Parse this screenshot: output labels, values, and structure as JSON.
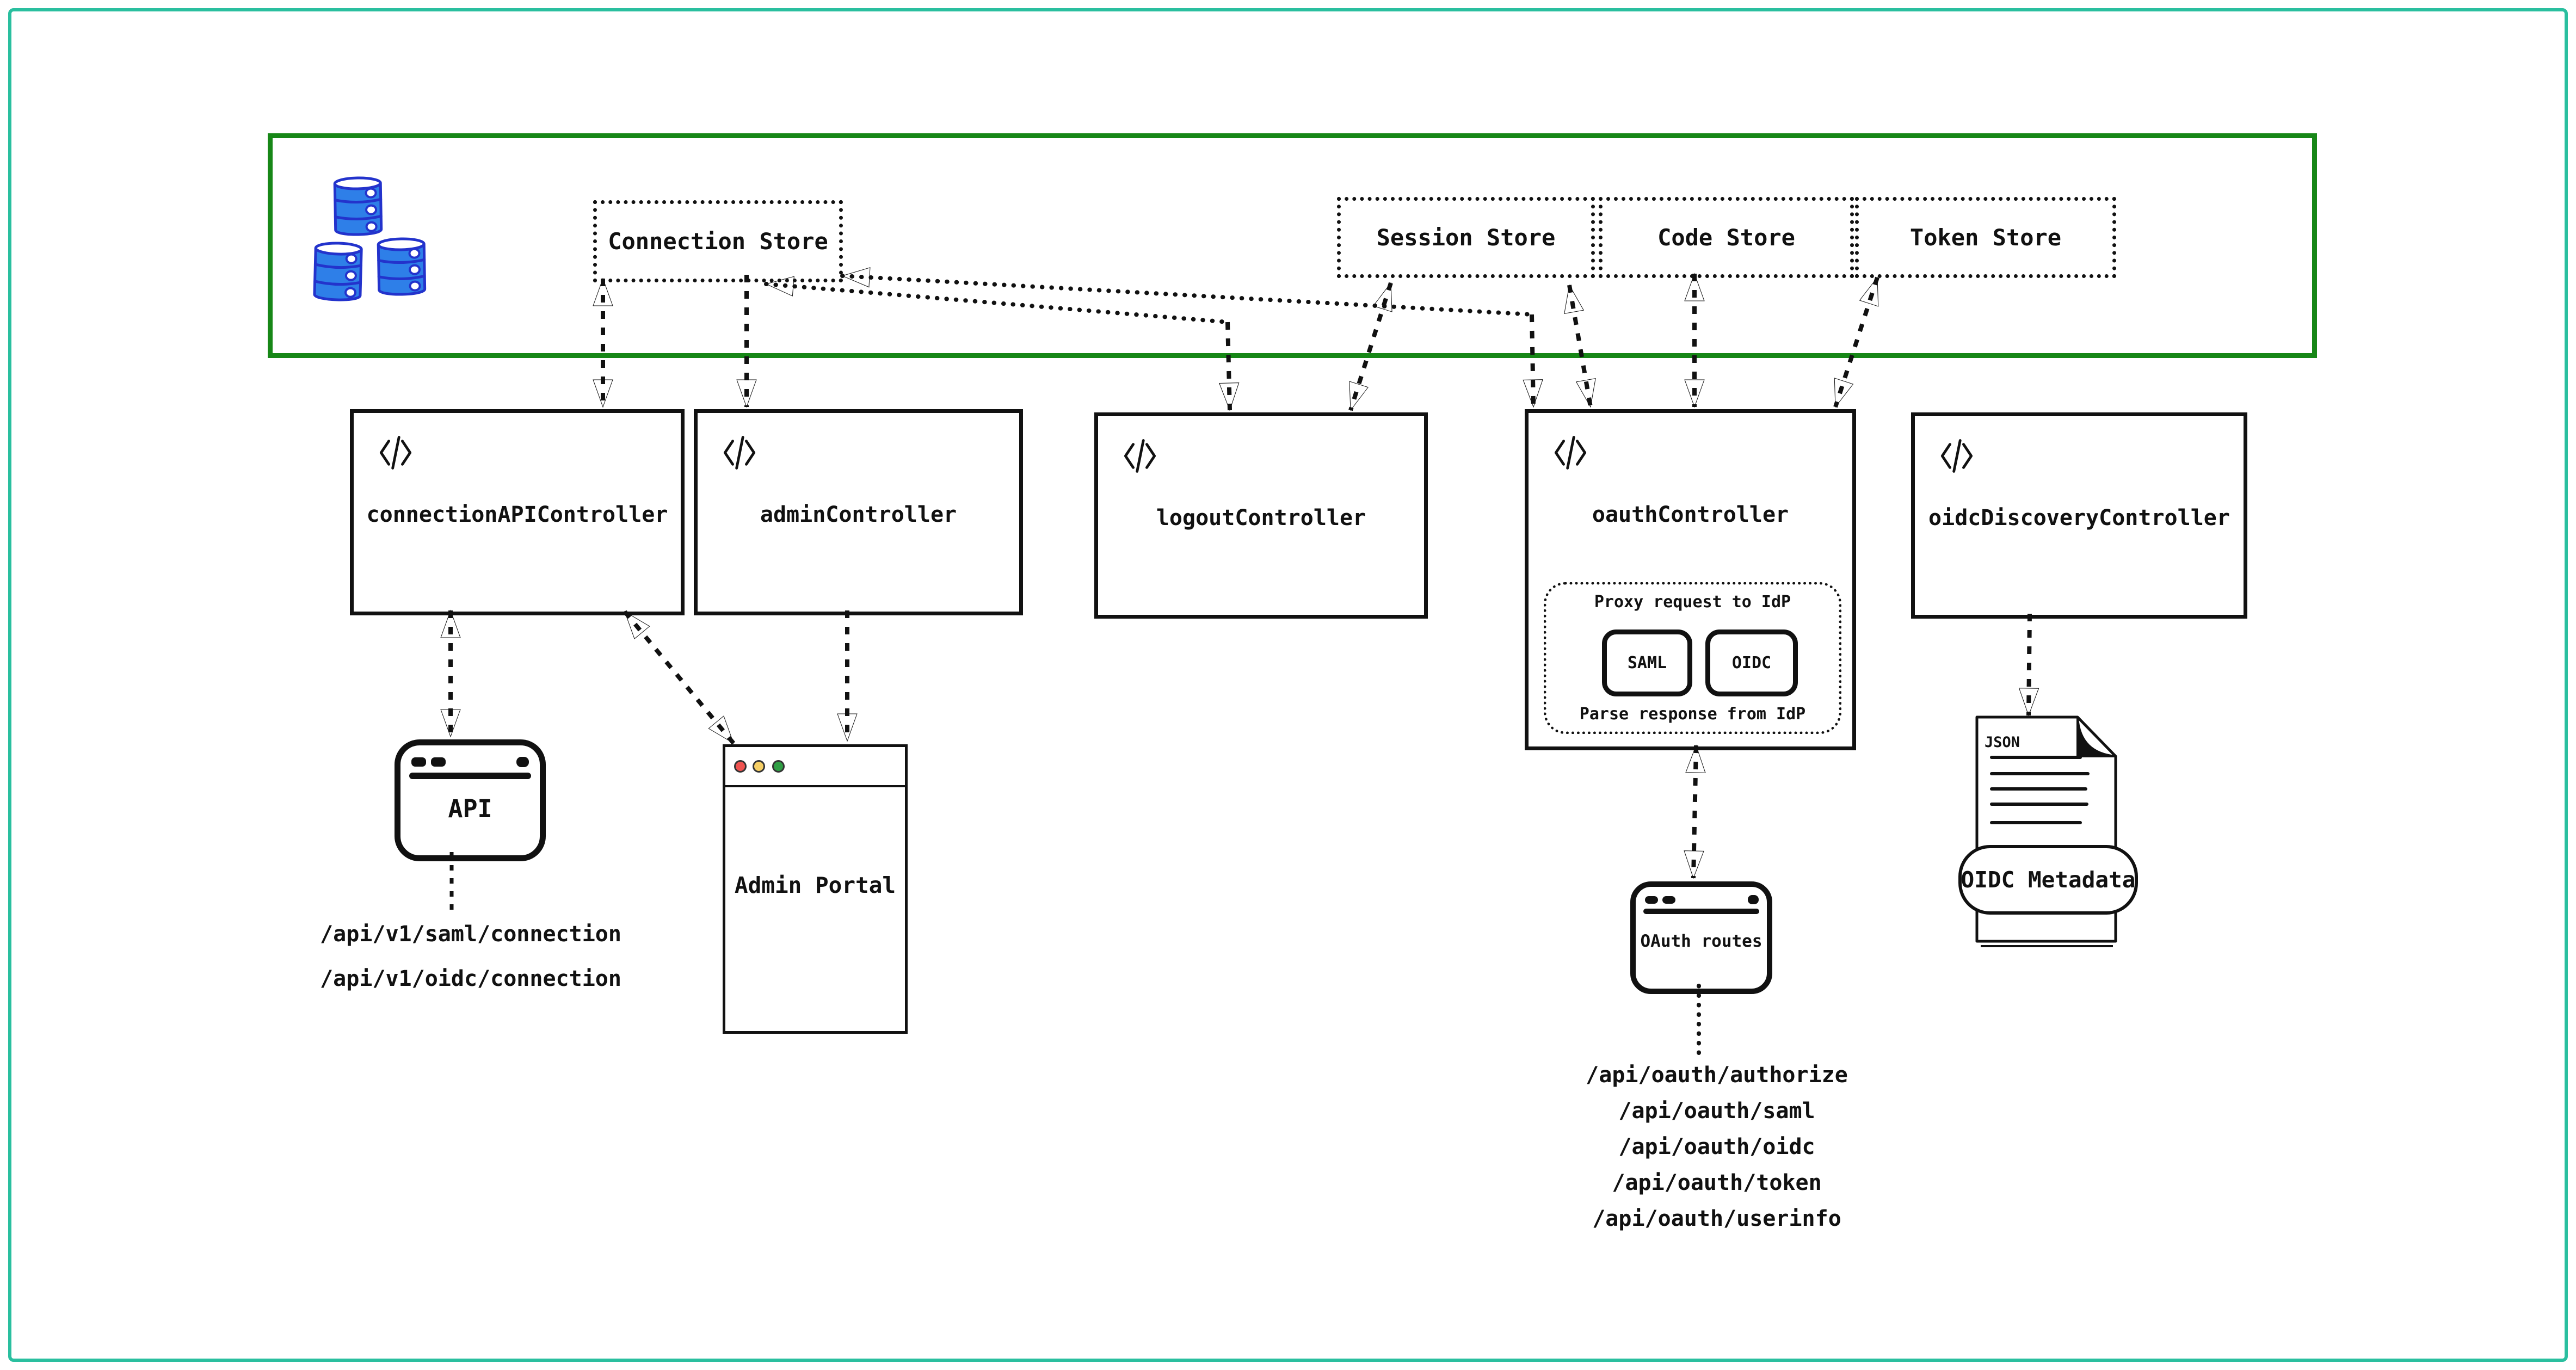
{
  "meta": {
    "frame_color": "#2abf9f",
    "zone_border_color": "#178717",
    "ink_color": "#111111",
    "db_fill_color": "#2e7fe8",
    "db_stroke_color": "#2333cc",
    "traffic_colors": [
      "#ef5350",
      "#f6cf65",
      "#2f9e44"
    ]
  },
  "zone": {
    "stores": [
      {
        "label": "Connection Store"
      },
      {
        "label": "Session Store"
      },
      {
        "label": "Code Store"
      },
      {
        "label": "Token Store"
      }
    ]
  },
  "controllers": [
    {
      "label": "connectionAPIController"
    },
    {
      "label": "adminController"
    },
    {
      "label": "logoutController"
    },
    {
      "label": "oauthController"
    },
    {
      "label": "oidcDiscoveryController"
    }
  ],
  "oauth_proxy": {
    "title": "Proxy request to IdP",
    "protocols": [
      {
        "label": "SAML"
      },
      {
        "label": "OIDC"
      }
    ],
    "footer": "Parse response from IdP"
  },
  "clients": {
    "api": {
      "label": "API"
    },
    "admin_portal": {
      "title": "Admin Portal"
    },
    "oauth_routes": {
      "label": "OAuth routes"
    }
  },
  "metadata_doc": {
    "file_type": "JSON",
    "banner": "OIDC Metadata"
  },
  "routes": {
    "connection_api": [
      "/api/v1/saml/connection",
      "/api/v1/oidc/connection"
    ],
    "oauth": [
      "/api/oauth/authorize",
      "/api/oauth/saml",
      "/api/oauth/oidc",
      "/api/oauth/token",
      "/api/oauth/userinfo"
    ]
  }
}
